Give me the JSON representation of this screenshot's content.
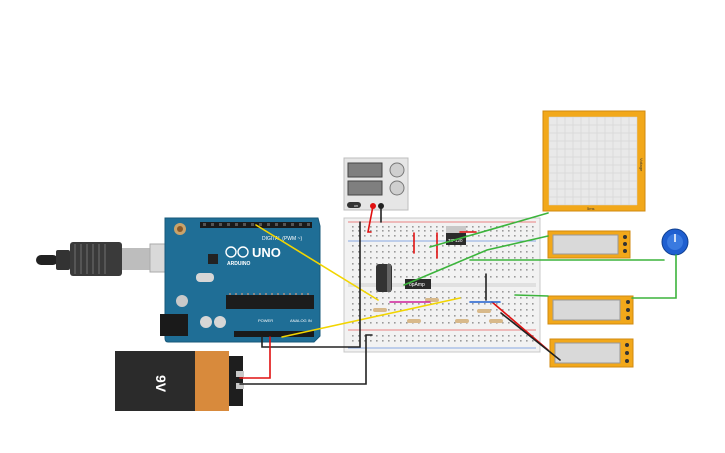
{
  "canvas": {
    "background": "#ffffff"
  },
  "arduino": {
    "brand_text": "UNO",
    "logo_text": "ARDUINO",
    "digital_header_label": "DIGITAL (PWM ~)",
    "power_label": "POWER",
    "analog_label": "ANALOG IN",
    "board_color": "#1f6e96"
  },
  "battery": {
    "label": "9V",
    "body_color": "#2b2b2b",
    "cap_color": "#d88a3c"
  },
  "opamp": {
    "label": "opAmp"
  },
  "regulator": {
    "label": "TIP120"
  },
  "power_supply": {
    "on_label": "on"
  },
  "oscilloscope": {
    "side_label": "Voltage",
    "bottom_label": "5ms"
  },
  "multimeters": [
    {
      "id": "mm1"
    },
    {
      "id": "mm2"
    },
    {
      "id": "mm3"
    }
  ],
  "colors": {
    "wire_yellow": "#f2d500",
    "wire_green": "#3cb43c",
    "wire_red": "#e01010",
    "wire_black": "#222222",
    "wire_blue": "#1f5fd0",
    "wire_magenta": "#d0209a",
    "meter_frame": "#f2a81a",
    "breadboard": "#f2f2f2"
  }
}
